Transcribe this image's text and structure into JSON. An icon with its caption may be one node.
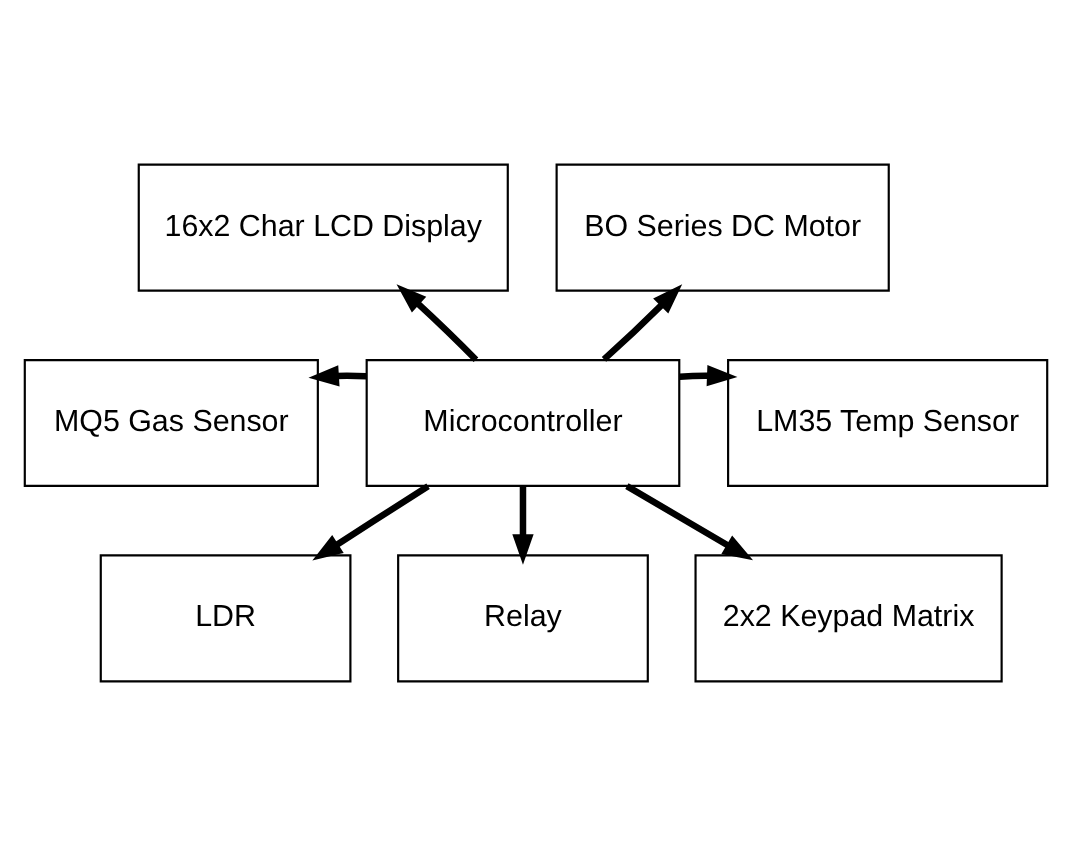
{
  "diagram": {
    "nodes": [
      {
        "text": [
          "16x2 Char LCD Display"
        ]
      },
      {
        "text": [
          "BO Series DC Motor"
        ]
      },
      {
        "text": [
          "MQ5 Gas Sensor"
        ]
      },
      {
        "text": [
          "Microcontroller"
        ]
      },
      {
        "text": [
          "LM35 Temp Sensor"
        ]
      },
      {
        "text": [
          "LDR"
        ]
      },
      {
        "text": [
          "Relay"
        ]
      },
      {
        "text": [
          "2x2 Keypad Matrix"
        ]
      }
    ],
    "edges": [
      {
        "from": 3,
        "to": 0,
        "arrow": "to"
      },
      {
        "from": 3,
        "to": 1,
        "arrow": "to"
      },
      {
        "from": 3,
        "to": 2,
        "arrow": "to"
      },
      {
        "from": 3,
        "to": 4,
        "arrow": "to"
      },
      {
        "from": 3,
        "to": 5,
        "arrow": "to"
      },
      {
        "from": 3,
        "to": 6,
        "arrow": "to"
      },
      {
        "from": 3,
        "to": 7,
        "arrow": "to"
      }
    ]
  }
}
